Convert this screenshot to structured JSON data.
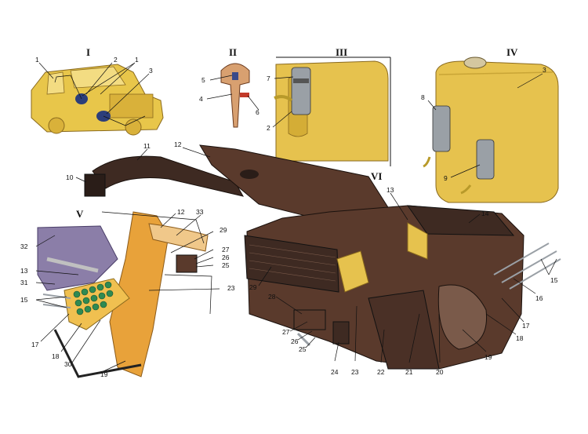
{
  "section_labels": {
    "I": "I",
    "II": "II",
    "III": "III",
    "IV": "IV",
    "V": "V",
    "VI": "VI"
  },
  "callouts": {
    "c1": "1",
    "c2": "2",
    "c3": "3",
    "c4": "4",
    "c5": "5",
    "c6": "6",
    "c7": "7",
    "c8": "8",
    "c9": "9",
    "c10": "10",
    "c11": "11",
    "c12": "12",
    "c13": "13",
    "c14": "14",
    "c15": "15",
    "c16": "16",
    "c17": "17",
    "c18": "18",
    "c19": "19",
    "c20": "20",
    "c21": "21",
    "c22": "22",
    "c23": "23",
    "c24": "24",
    "c25": "25",
    "c26": "26",
    "c27": "27",
    "c28": "28",
    "c29": "29",
    "c30": "30",
    "c31": "31",
    "c32": "32",
    "c33": "33"
  },
  "colors": {
    "body_yellow": "#e8c64a",
    "tank_yellow": "#e6c24e",
    "housing_brown": "#5a3a2c",
    "duct_dark": "#3e2a22",
    "outline": "#111111",
    "pump_grey": "#9aa0a6",
    "radiator_green": "#3f8f5a",
    "panel_purple": "#8b7ea8"
  }
}
